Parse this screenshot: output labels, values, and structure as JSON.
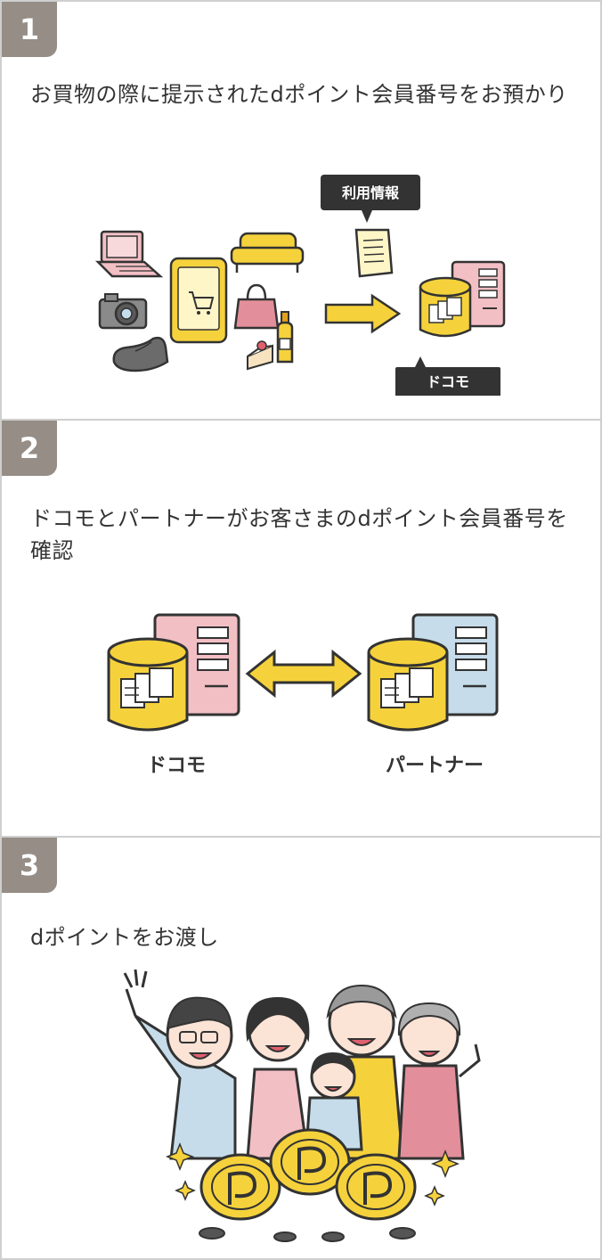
{
  "steps": [
    {
      "number": "1",
      "text": "お買物の際に提示されたdポイント会員番号をお預かり",
      "labels": {
        "info_bubble": "利用情報",
        "docomo_bubble": "ドコモ"
      }
    },
    {
      "number": "2",
      "text": "ドコモとパートナーがお客さまのdポイント会員番号を確認",
      "labels": {
        "docomo": "ドコモ",
        "partner": "パートナー"
      }
    },
    {
      "number": "3",
      "text": "dポイントをお渡し"
    }
  ],
  "colors": {
    "badge": "#958d86",
    "yellow": "#f5d23c",
    "pink_server": "#f2bfc4",
    "blue_server": "#c6dcea",
    "dark_bubble": "#333333",
    "border": "#cfcfcf"
  }
}
